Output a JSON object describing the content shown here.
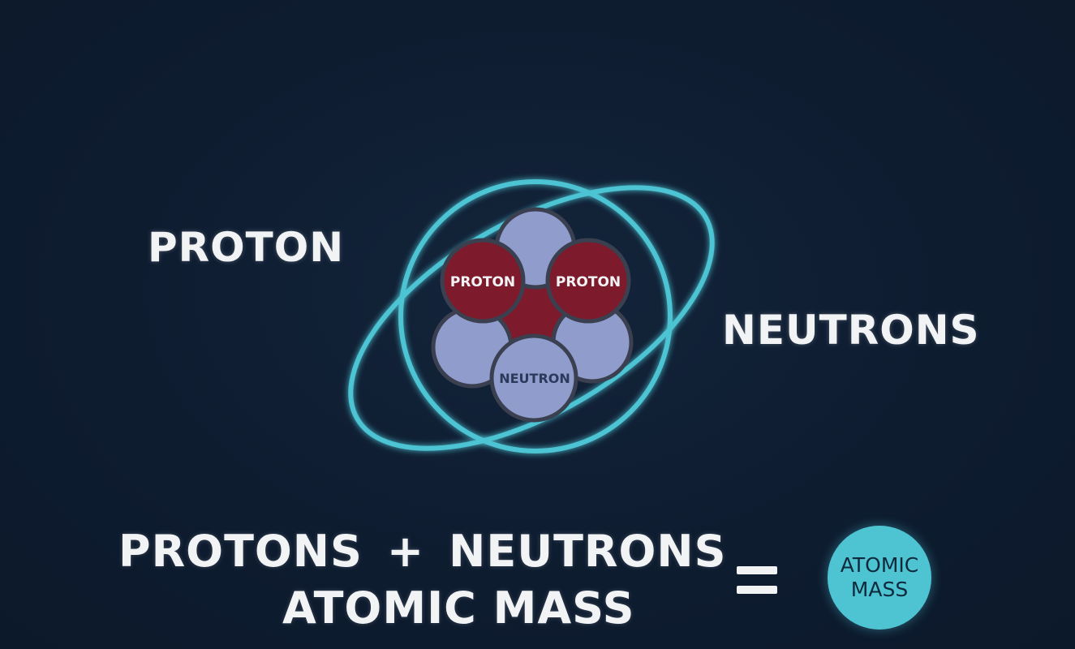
{
  "labels": {
    "left": "PROTON",
    "right": "NEUTRONS"
  },
  "nucleus": {
    "protons": [
      {
        "label": "PROTON"
      },
      {
        "label": "PROTON"
      }
    ],
    "neutrons": [
      {
        "label": ""
      },
      {
        "label": ""
      },
      {
        "label": ""
      },
      {
        "label": "NEUTRON"
      }
    ]
  },
  "equation": {
    "term1": "PROTONS",
    "operator": "+",
    "term2": "NEUTRONS",
    "line2": "ATOMIC MASS",
    "equals": "="
  },
  "badge": {
    "line1": "ATOMIC",
    "line2": "MASS"
  },
  "colors": {
    "background": "#0e1c30",
    "orbit": "#4ec4d3",
    "proton": "#7d1a2c",
    "neutron": "#8f9ccc",
    "particle_stroke": "#3a4050",
    "text": "#f2f3f5",
    "badge": "#4ec4d3"
  }
}
